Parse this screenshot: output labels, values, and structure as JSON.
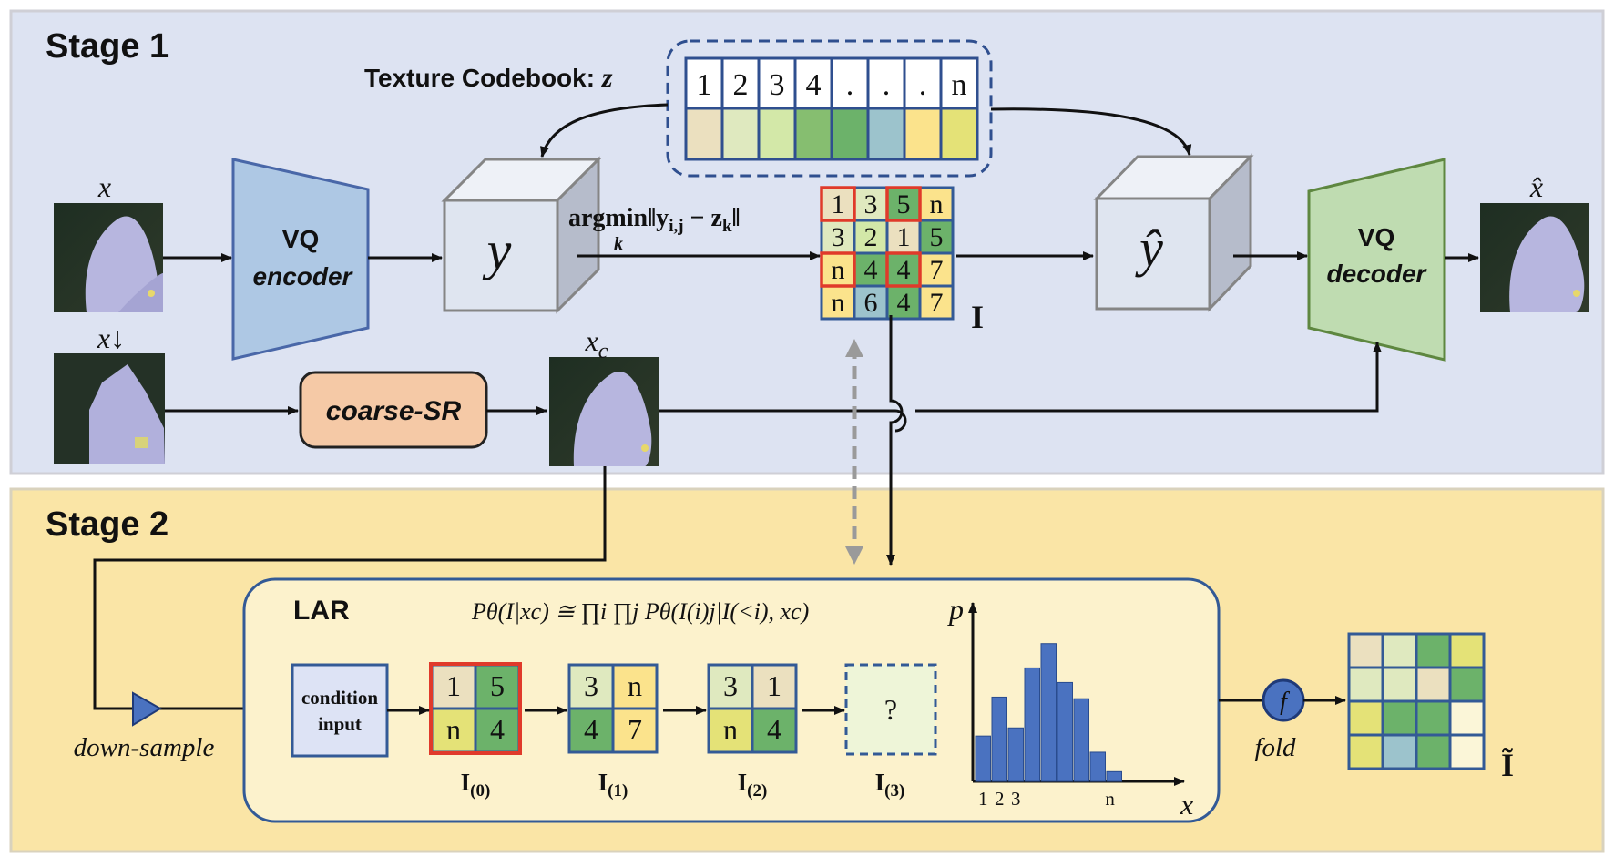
{
  "stage1": {
    "title": "Stage 1"
  },
  "stage2": {
    "title": "Stage 2"
  },
  "codebook": {
    "label": "Texture Codebook: ",
    "label_var": "z",
    "indices": [
      "1",
      "2",
      "3",
      "4",
      ".",
      ".",
      ".",
      "n"
    ],
    "colors": [
      "#ebe0bf",
      "#dfe9bf",
      "#d3e8a8",
      "#86be70",
      "#6cb26a",
      "#9cc3cc",
      "#fbe38c",
      "#e4e277"
    ]
  },
  "inputs": {
    "x": "x",
    "x_down": "x↓",
    "x_c": "x",
    "x_c_sub": "c",
    "x_hat": "x̂"
  },
  "encoder": {
    "line1": "VQ",
    "line2": "encoder"
  },
  "decoder": {
    "line1": "VQ",
    "line2": "decoder"
  },
  "latent": {
    "y": "y",
    "y_hat": "ŷ"
  },
  "argmin": {
    "text": "argmin‖y",
    "sub": "i,j",
    "rest": " − z",
    "sub2": "k",
    "end": "‖",
    "under": "k"
  },
  "index_grid": {
    "label": "I",
    "cells": [
      [
        "1",
        "3",
        "5",
        "n"
      ],
      [
        "3",
        "2",
        "1",
        "5"
      ],
      [
        "n",
        "4",
        "4",
        "7"
      ],
      [
        "n",
        "6",
        "4",
        "7"
      ]
    ],
    "colors": [
      [
        "#ebe0bf",
        "#dfe9bf",
        "#6cb26a",
        "#fbe38c"
      ],
      [
        "#dfe9bf",
        "#d3e8a8",
        "#ebe0bf",
        "#6cb26a"
      ],
      [
        "#fbe38c",
        "#6cb26a",
        "#6cb26a",
        "#fbe38c"
      ],
      [
        "#fbe38c",
        "#9cc3cc",
        "#6cb26a",
        "#fbe38c"
      ]
    ]
  },
  "coarse_sr": {
    "label": "coarse-SR"
  },
  "lar": {
    "title": "LAR",
    "formula": "P",
    "formula_full": "Pθ(I|xc) ≅ ∏i ∏j Pθ(I(i)j|I(<i), xc)",
    "condition_line1": "condition",
    "condition_line2": "input",
    "steps": [
      {
        "label": "I",
        "sub": "(0)",
        "cells": [
          "1",
          "5",
          "n",
          "4"
        ],
        "colors": [
          "#ebe0bf",
          "#6cb26a",
          "#e4e277",
          "#6cb26a"
        ]
      },
      {
        "label": "I",
        "sub": "(1)",
        "cells": [
          "3",
          "n",
          "4",
          "7"
        ],
        "colors": [
          "#dfe9bf",
          "#fbe38c",
          "#6cb26a",
          "#fbe38c"
        ]
      },
      {
        "label": "I",
        "sub": "(2)",
        "cells": [
          "3",
          "1",
          "n",
          "4"
        ],
        "colors": [
          "#dfe9bf",
          "#ebe0bf",
          "#e4e277",
          "#6cb26a"
        ]
      },
      {
        "label": "I",
        "sub": "(3)",
        "cells": [
          "?"
        ],
        "colors": [
          "#eef5d8"
        ]
      }
    ]
  },
  "down_sample": {
    "label": "down-sample"
  },
  "fold": {
    "symbol": "f",
    "label": "fold"
  },
  "output_grid": {
    "label": "Ĩ",
    "colors": [
      [
        "#ebe0bf",
        "#dfe9bf",
        "#6cb26a",
        "#e4e277"
      ],
      [
        "#dfe9bf",
        "#dfe9bf",
        "#ebe0bf",
        "#6cb26a"
      ],
      [
        "#e4e277",
        "#6cb26a",
        "#6cb26a",
        "#fbf6d8"
      ],
      [
        "#e4e277",
        "#9cc3cc",
        "#6cb26a",
        "#fbf6d8"
      ]
    ]
  },
  "chart_data": {
    "type": "bar",
    "ylabel": "p",
    "xlabel": "x",
    "tick_labels": [
      "1",
      "2",
      "3",
      "n"
    ],
    "values": [
      0.28,
      0.52,
      0.33,
      0.7,
      0.85,
      0.61,
      0.51,
      0.18,
      0.06
    ],
    "ylim": [
      0,
      1
    ]
  }
}
